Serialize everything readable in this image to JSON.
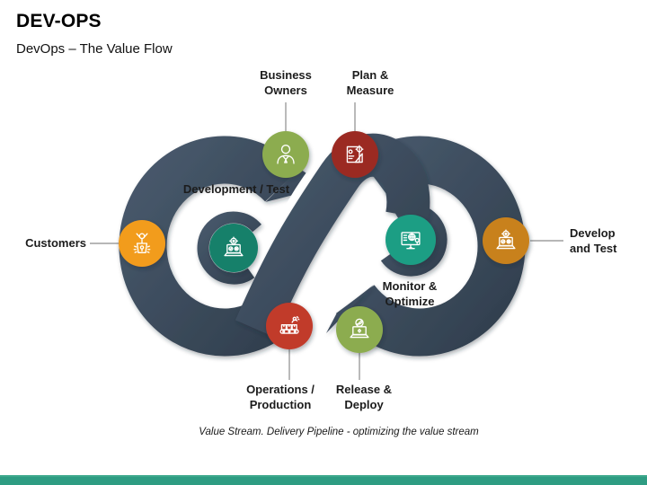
{
  "title": "DEV-OPS",
  "subtitle": "DevOps – The Value Flow",
  "caption": "Value Stream. Delivery Pipeline - optimizing the value stream",
  "colors": {
    "ribbon_dark": "#3D4E61",
    "ribbon_gradient_light": "#48596C",
    "ribbon_gradient_dark": "#313F4E",
    "connector_gray": "#8C8C8C",
    "footer_bar": "#2E9C82",
    "background": "#FFFFFF"
  },
  "nodes": [
    {
      "id": "business-owners",
      "label": "Business\nOwners",
      "icon": "person-icon",
      "color": "#8CAC4F"
    },
    {
      "id": "plan-measure",
      "label": "Plan &\nMeasure",
      "icon": "blueprint-ruler-gear-icon",
      "color": "#9B2B21"
    },
    {
      "id": "development-test",
      "label": "Development / Test",
      "icon": "laptop-gear-icon",
      "color": "#12806B"
    },
    {
      "id": "customers",
      "label": "Customers",
      "icon": "customer-satisfaction-icon",
      "color": "#F29C1F"
    },
    {
      "id": "monitor-optimize",
      "label": "Monitor &\nOptimize",
      "icon": "monitor-globe-search-icon",
      "color": "#1F9E84"
    },
    {
      "id": "develop-and-test",
      "label": "Develop\nand Test",
      "icon": "laptop-test-icon",
      "color": "#C8811A"
    },
    {
      "id": "operations-production",
      "label": "Operations /\nProduction",
      "icon": "conveyor-production-icon",
      "color": "#C13A2B"
    },
    {
      "id": "release-deploy",
      "label": "Release &\nDeploy",
      "icon": "laptop-release-icon",
      "color": "#8CAC4F"
    }
  ]
}
